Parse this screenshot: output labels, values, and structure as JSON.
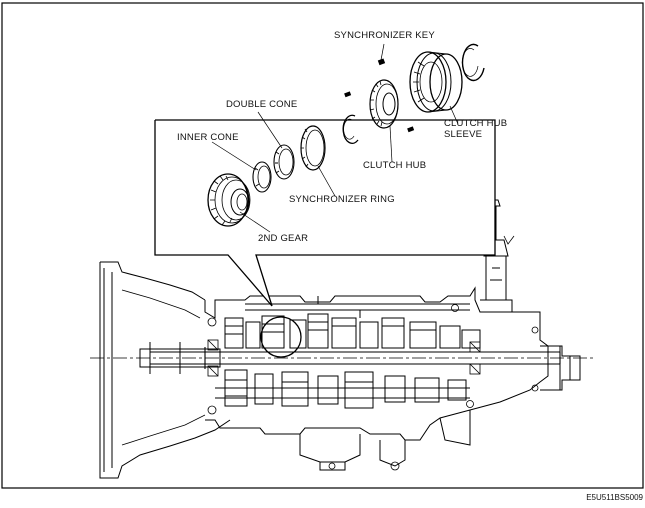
{
  "labels": {
    "synchronizer_key": "SYNCHRONIZER KEY",
    "double_cone": "DOUBLE CONE",
    "inner_cone": "INNER CONE",
    "clutch_hub_sleeve_line1": "CLUTCH HUB",
    "clutch_hub_sleeve_line2": "SLEEVE",
    "clutch_hub": "CLUTCH HUB",
    "synchronizer_ring": "SYNCHRONIZER RING",
    "second_gear": "2ND GEAR"
  },
  "figure_code": "E5U511BS5009"
}
